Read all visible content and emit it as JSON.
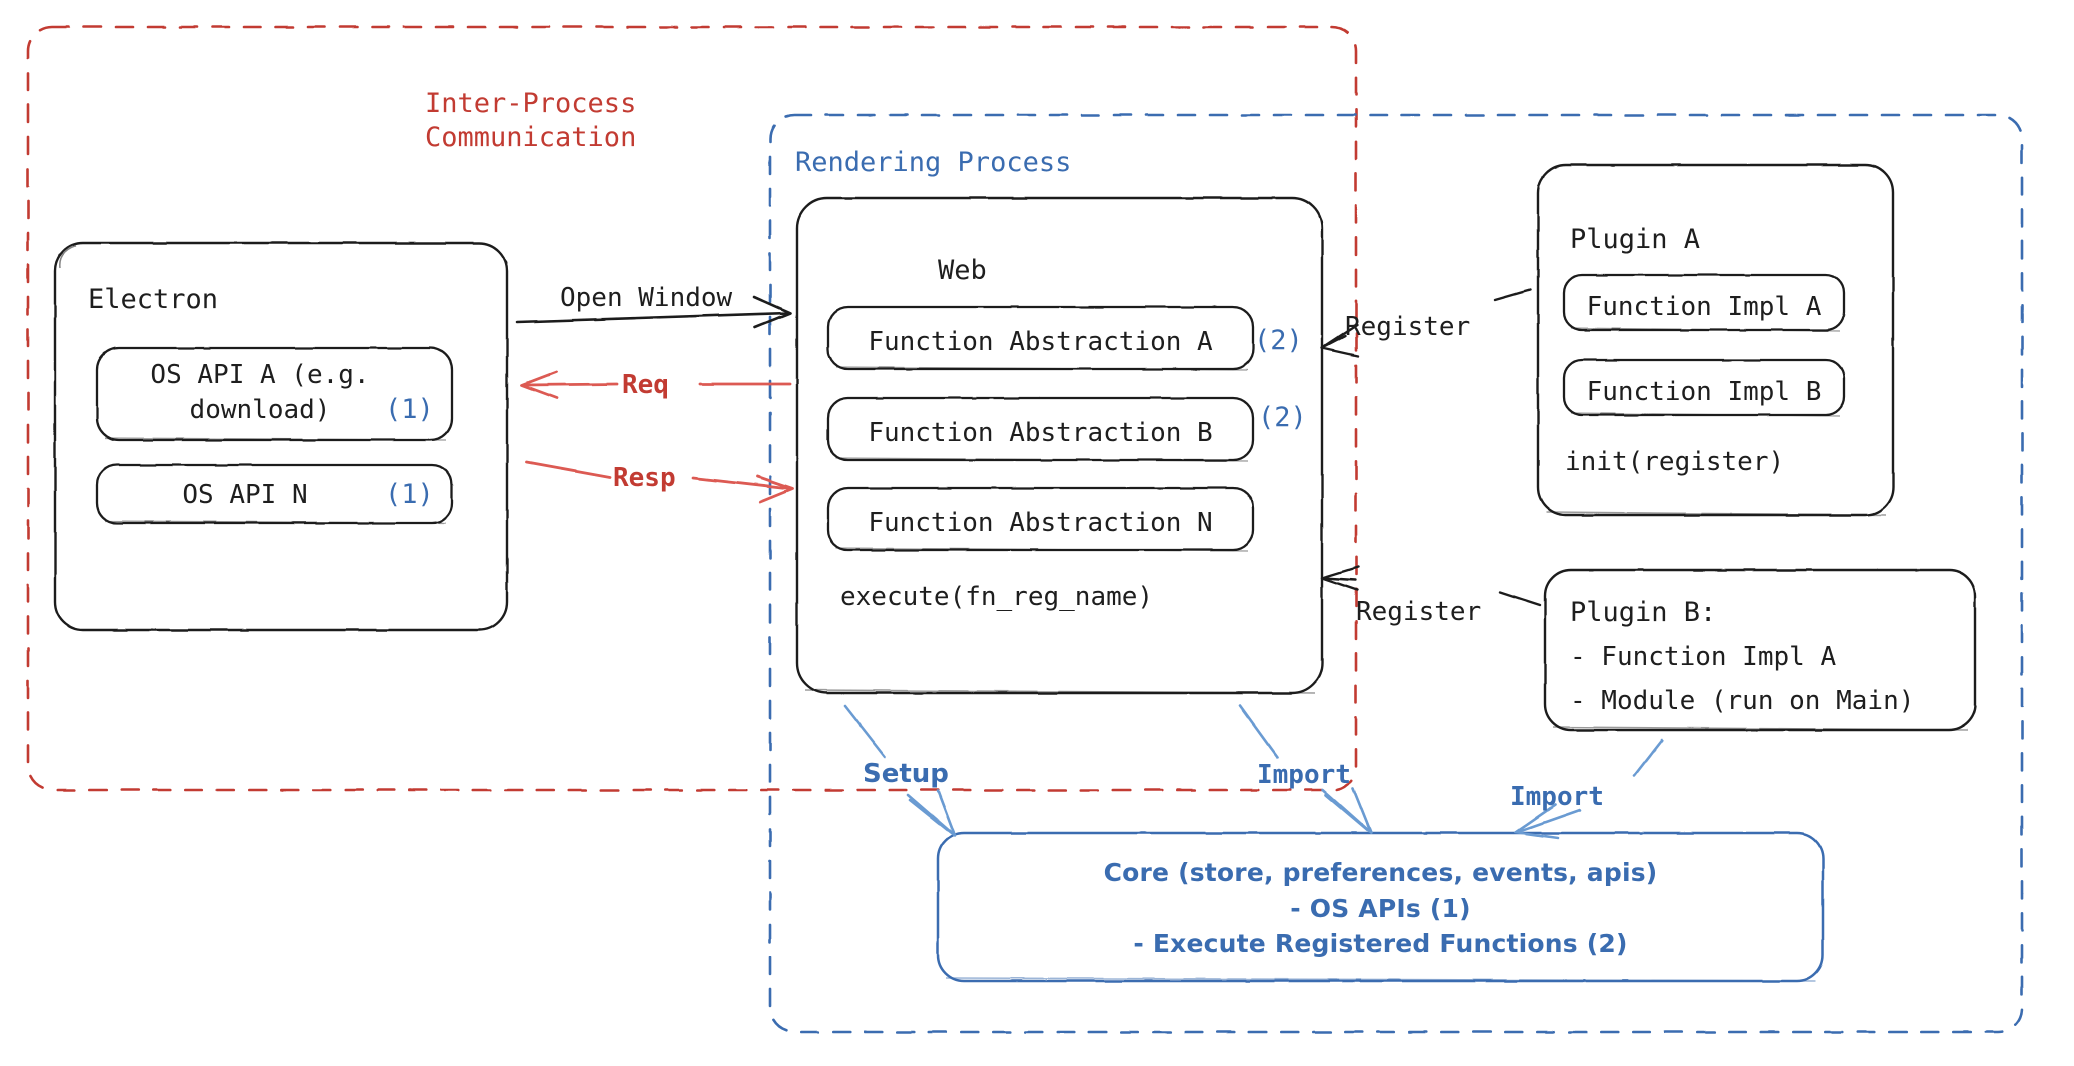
{
  "diagram": {
    "title": "Electron plugin architecture",
    "colors": {
      "red": "#c23b32",
      "blue": "#3a6cb0",
      "black": "#1e1e1e",
      "arrow_blue": "#6b9bd2",
      "background": "#ffffff"
    },
    "regions": [
      {
        "id": "ipc",
        "label": "Inter-Process\nCommunication",
        "label_line1": "Inter-Process",
        "label_line2": "Communication",
        "color": "#c23b32",
        "style": "dashed"
      },
      {
        "id": "rendering",
        "label": "Rendering Process",
        "color": "#3a6cb0",
        "style": "dashed"
      }
    ],
    "electron": {
      "title": "Electron",
      "items": [
        {
          "label_line1": "OS API A (e.g.",
          "label_line2": "download)",
          "marker": "(1)"
        },
        {
          "label_line1": "OS API N",
          "label_line2": "",
          "marker": "(1)"
        }
      ]
    },
    "web": {
      "title": "Web",
      "items": [
        {
          "label": "Function Abstraction A",
          "marker": "(2)"
        },
        {
          "label": "Function Abstraction B",
          "marker": "(2)"
        },
        {
          "label": "Function Abstraction N",
          "marker": ""
        }
      ],
      "footer": "execute(fn_reg_name)"
    },
    "plugin_a": {
      "title": "Plugin A",
      "items": [
        {
          "label": "Function Impl A"
        },
        {
          "label": "Function Impl B"
        }
      ],
      "footer": "init(register)"
    },
    "plugin_b": {
      "title": "Plugin B:",
      "lines": [
        "- Function Impl A",
        "- Module (run on Main)"
      ]
    },
    "core": {
      "line1": "Core (store, preferences, events, apis)",
      "line2": "- OS APIs (1)",
      "line3": "- Execute Registered Functions (2)"
    },
    "edges": [
      {
        "id": "open-window",
        "label": "Open Window",
        "color": "#1e1e1e",
        "from": "electron",
        "to": "web"
      },
      {
        "id": "req",
        "label": "Req",
        "color": "#c23b32",
        "from": "web",
        "to": "electron"
      },
      {
        "id": "resp",
        "label": "Resp",
        "color": "#c23b32",
        "from": "electron",
        "to": "web"
      },
      {
        "id": "register-plugin-a",
        "label": "Register",
        "color": "#1e1e1e",
        "from": "plugin_a",
        "to": "web"
      },
      {
        "id": "register-plugin-b",
        "label": "Register",
        "color": "#1e1e1e",
        "from": "plugin_b",
        "to": "web"
      },
      {
        "id": "setup",
        "label": "Setup",
        "color": "#3a6cb0",
        "from": "web",
        "to": "core"
      },
      {
        "id": "import-web",
        "label": "Import",
        "color": "#3a6cb0",
        "from": "web",
        "to": "core"
      },
      {
        "id": "import-plugin-b",
        "label": "Import",
        "color": "#3a6cb0",
        "from": "plugin_b",
        "to": "core"
      }
    ]
  }
}
